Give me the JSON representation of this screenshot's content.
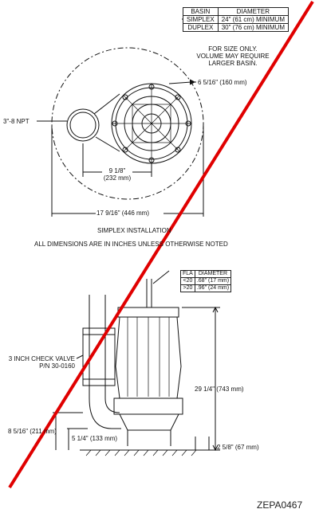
{
  "basin_table": {
    "headers": [
      "BASIN",
      "DIAMETER"
    ],
    "rows": [
      [
        "SIMPLEX",
        "24\" (61 cm) MINIMUM"
      ],
      [
        "DUPLEX",
        "30\" (76 cm) MINIMUM"
      ]
    ]
  },
  "basin_note": [
    "FOR SIZE ONLY.",
    "VOLUME MAY REQUIRE",
    "LARGER BASIN."
  ],
  "top_view": {
    "dim_top_right": "6 5/16\" (160 mm)",
    "npt_label": "3\"-8 NPT",
    "dim_center": [
      "9 1/8\"",
      "(232 mm)"
    ],
    "dim_overall": "17 9/16\" (446 mm)",
    "caption": "SIMPLEX INSTALLATION",
    "dimensions_note": "ALL DIMENSIONS ARE IN INCHES UNLESS OTHERWISE NOTED"
  },
  "fla_table": {
    "headers": [
      "FLA",
      "DIAMETER"
    ],
    "rows": [
      [
        "<20",
        ".68\" (17 mm)"
      ],
      [
        ">20",
        ".96\" (24 mm)"
      ]
    ]
  },
  "side_view": {
    "check_valve": [
      "3 INCH CHECK VALVE",
      "P/N 30-0160"
    ],
    "dim_height": "29 1/4\" (743 mm)",
    "dim_outlet_high": "8 5/16\" (211 mm)",
    "dim_outlet_low": "5 1/4\" (133 mm)",
    "dim_bottom": "2 5/8\" (67 mm)"
  },
  "drawing_code": "ZEPA0467",
  "colors": {
    "strike_line": "#e00000",
    "ink": "#111111"
  }
}
